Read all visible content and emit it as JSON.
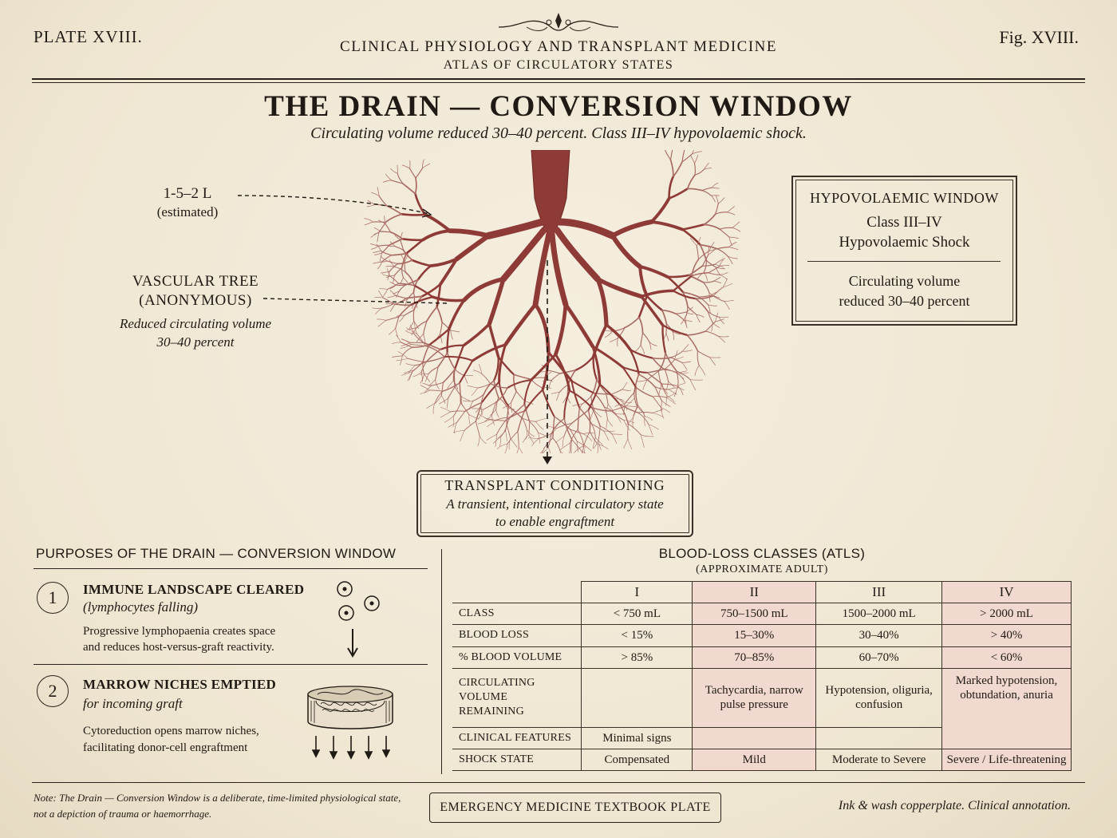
{
  "header": {
    "plate_left": "PLATE XVIII.",
    "plate_right": "Fig. XVIII.",
    "series": "CLINICAL PHYSIOLOGY AND TRANSPLANT MEDICINE",
    "volume": "ATLAS OF CIRCULATORY STATES"
  },
  "title": "THE DRAIN — CONVERSION WINDOW",
  "subtitle": "Circulating volume reduced 30–40 percent. Class III–IV hypovolaemic shock.",
  "labels": {
    "volume": "1-5–2 L",
    "volume_sub": "(estimated)",
    "tree_line1": "VASCULAR TREE",
    "tree_line2": "(ANONYMOUS)",
    "tree_desc1": "Reduced circulating volume",
    "tree_desc2": "30–40 percent"
  },
  "hypo_box": {
    "title": "HYPOVOLAEMIC WINDOW",
    "line1": "Class III–IV",
    "line2": "Hypovolaemic Shock",
    "line3": "Circulating volume",
    "line4": "reduced 30–40 percent"
  },
  "transplant_box": {
    "title": "TRANSPLANT CONDITIONING",
    "line1": "A transient, intentional circulatory state",
    "line2": "to enable engraftment"
  },
  "purposes": {
    "heading": "PURPOSES OF THE DRAIN — CONVERSION WINDOW",
    "items": [
      {
        "num": "1",
        "title": "IMMUNE LANDSCAPE CLEARED",
        "sub": "(lymphocytes falling)",
        "body1": "Progressive lymphopaenia creates space",
        "body2": "and reduces host-versus-graft reactivity."
      },
      {
        "num": "2",
        "title": "MARROW NICHES EMPTIED",
        "sub": "for incoming graft",
        "body1": "Cytoreduction opens marrow niches,",
        "body2": "facilitating donor-cell engraftment"
      }
    ]
  },
  "table": {
    "heading": "BLOOD-LOSS CLASSES (ATLS)",
    "subheading": "(APPROXIMATE ADULT)",
    "columns": [
      "I",
      "II",
      "III",
      "IV"
    ],
    "rows": [
      {
        "label": "CLASS",
        "cells": [
          "< 750 mL",
          "750–1500 mL",
          "1500–2000 mL",
          "> 2000 mL"
        ]
      },
      {
        "label": "BLOOD LOSS",
        "cells": [
          "< 15%",
          "15–30%",
          "30–40%",
          "> 40%"
        ]
      },
      {
        "label": "% BLOOD VOLUME",
        "cells": [
          "> 85%",
          "70–85%",
          "60–70%",
          "< 60%"
        ]
      },
      {
        "label1": "CIRCULATING VOLUME",
        "label2": "REMAINING",
        "cells": [
          "",
          "Tachycardia, narrow pulse pressure",
          "Hypotension, oliguria, confusion",
          "Marked hypotension, obtundation, anuria"
        ]
      },
      {
        "label": "CLINICAL FEATURES",
        "cells": [
          "Minimal signs",
          "",
          ""
        ]
      },
      {
        "label": "SHOCK STATE",
        "cells": [
          "Compensated",
          "Mild",
          "Moderate to Severe",
          "Severe / Life-threatening"
        ]
      }
    ]
  },
  "footer": {
    "note1": "Note: The Drain — Conversion Window is a deliberate, time-limited physiological state,",
    "note2": "not a depiction of trauma or haemorrhage.",
    "badge": "EMERGENCY MEDICINE TEXTBOOK PLATE",
    "credit": "Ink & wash copperplate. Clinical annotation."
  },
  "colors": {
    "ink": "#1f1a14",
    "paper": "#f1e9d8",
    "vessel": "#8e3a36",
    "table_highlight": "#f1d9cf"
  }
}
